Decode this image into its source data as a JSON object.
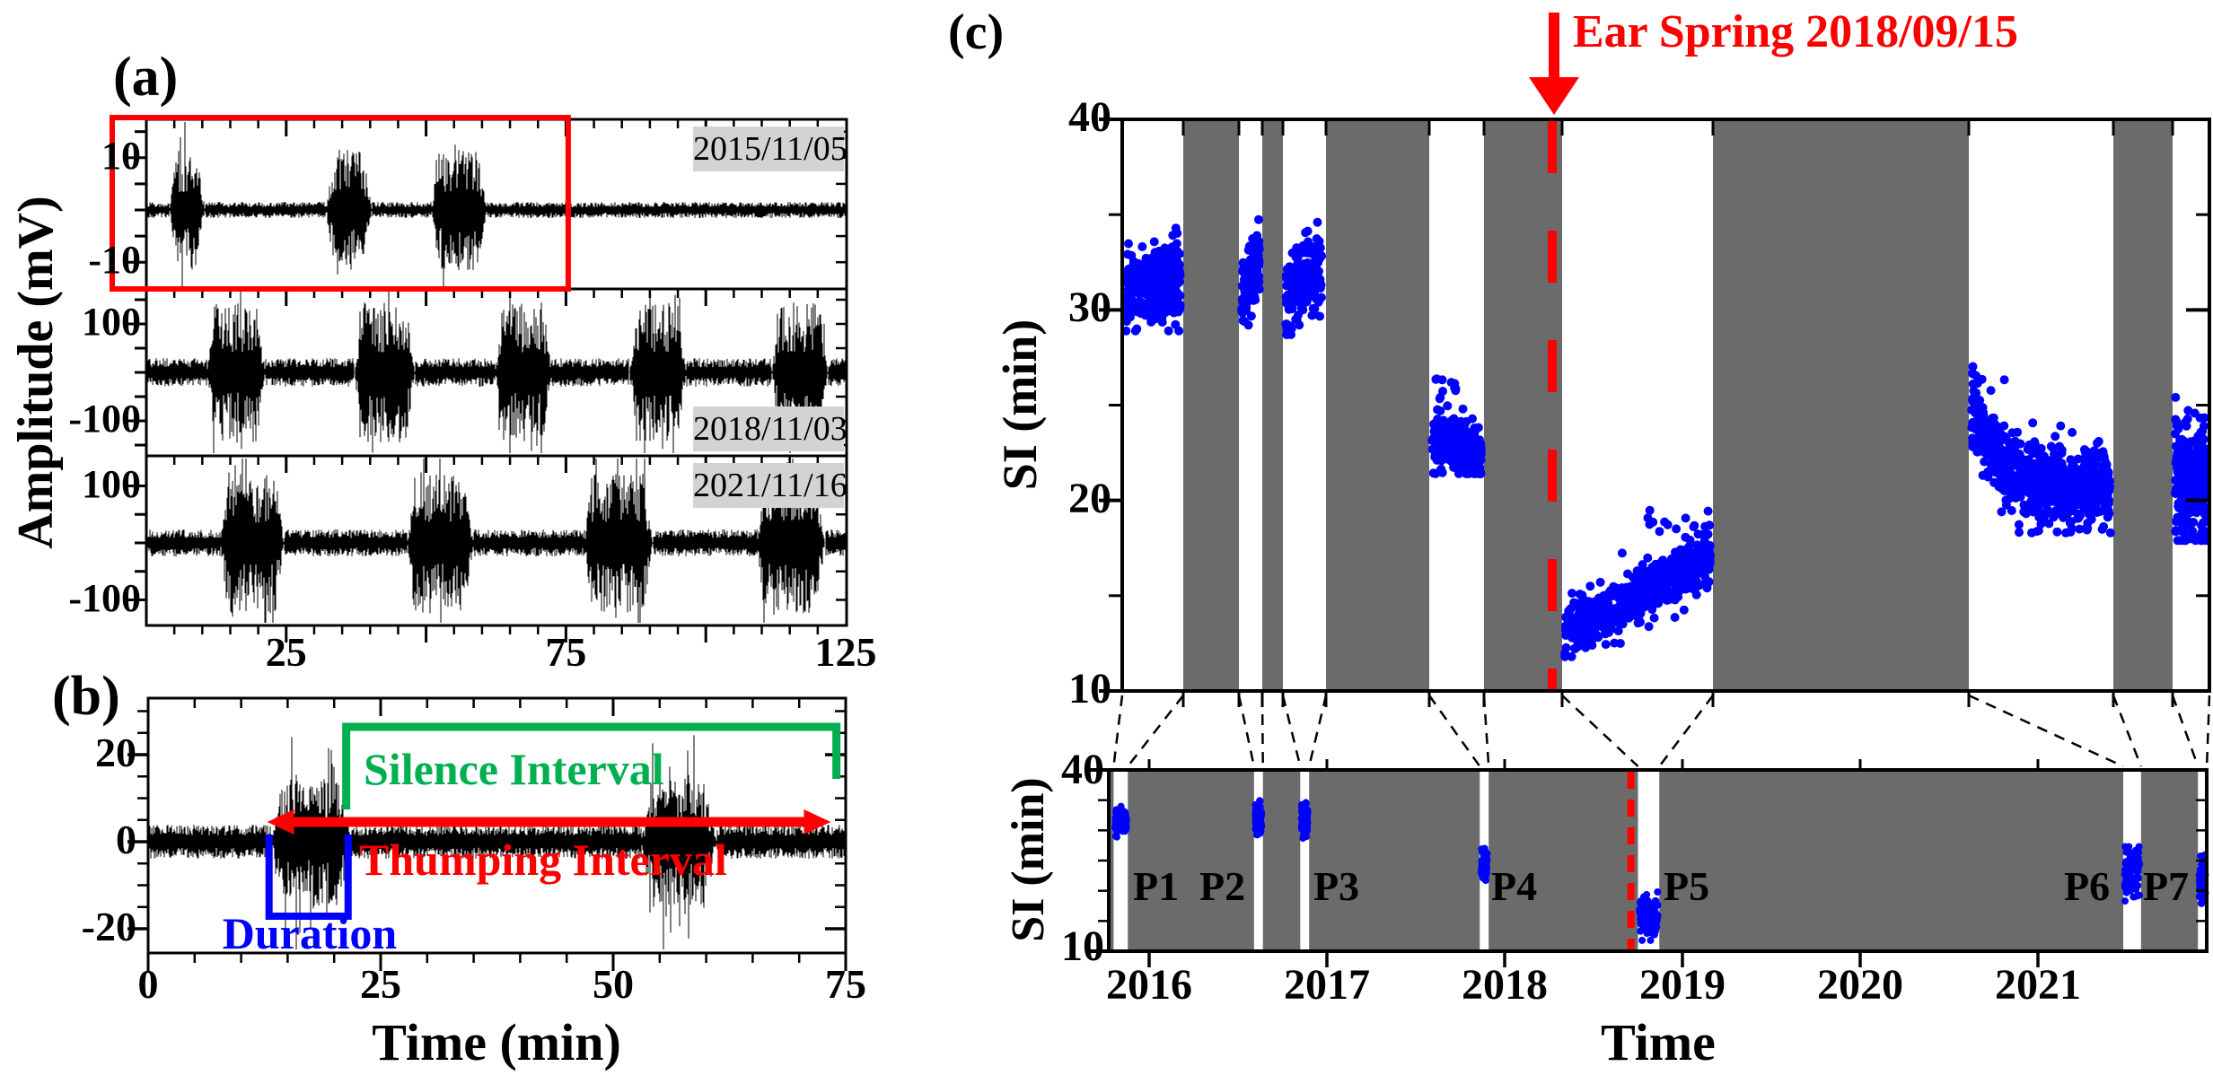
{
  "colors": {
    "ink": "#000000",
    "accent_red": "#ff0000",
    "accent_green": "#00b050",
    "accent_blue": "#0000ff",
    "gap_gray": "#6b6b6b",
    "date_label_bg": "#d3d3d3",
    "background": "#ffffff"
  },
  "chart_data": [
    {
      "id": "a",
      "type": "line",
      "title": "(a)",
      "ylabel": "Amplitude (mV)",
      "x_range_min": [
        0,
        125
      ],
      "x_major_ticks": [
        25,
        75,
        125
      ],
      "x_minor_step_min": 5,
      "traces": [
        {
          "date": "2015/11/05",
          "date_label_corner": "top-right",
          "yticks": [
            10,
            -10
          ],
          "ylim_mV": [
            -16,
            16
          ],
          "noise_amp_mV": 1.1,
          "burst_amp_mV": 11,
          "bursts_min": [
            [
              3.8,
              10.2
            ],
            [
              31.8,
              40.0
            ],
            [
              50.6,
              60.6
            ]
          ]
        },
        {
          "date": "2018/11/03",
          "date_label_corner": "bottom-right",
          "yticks": [
            100,
            -100
          ],
          "ylim_mV": [
            -172,
            172
          ],
          "noise_amp_mV": 21,
          "burst_amp_mV": 138,
          "bursts_min": [
            [
              10.5,
              21.0
            ],
            [
              36.9,
              47.7
            ],
            [
              62.0,
              72.2
            ],
            [
              86.0,
              96.2
            ],
            [
              111.5,
              121.5
            ]
          ]
        },
        {
          "date": "2021/11/16",
          "date_label_corner": "top-right",
          "yticks": [
            100,
            -100
          ],
          "ylim_mV": [
            -149,
            149
          ],
          "noise_amp_mV": 17,
          "burst_amp_mV": 118,
          "bursts_min": [
            [
              12.9,
              24.3
            ],
            [
              46.3,
              58.2
            ],
            [
              78.0,
              90.2
            ],
            [
              108.8,
              121.0
            ]
          ]
        }
      ],
      "highlight_box_time_range_min": [
        0,
        75
      ],
      "highlight_box_color": "#ff0000"
    },
    {
      "id": "b",
      "type": "line",
      "title": "(b)",
      "xlabel": "Time (min)",
      "x_range_min": [
        0,
        75
      ],
      "x_major_ticks": [
        0,
        25,
        50,
        75
      ],
      "x_minor_step_min": 5,
      "yticks": [
        20,
        0,
        -20
      ],
      "ylim_mV": [
        -33,
        33
      ],
      "noise_amp_mV": 2.8,
      "burst_amp_mV": 14,
      "bursts_min": [
        [
          13.0,
          21.7
        ],
        [
          52.8,
          61.0
        ]
      ],
      "annotations": [
        {
          "text": "Silence Interval",
          "color": "#00b050",
          "from_min": 21.3,
          "to_min": 74.0
        },
        {
          "text": "Thumping Interval",
          "color": "#ff0000",
          "from_min": 12.8,
          "to_min": 73.4
        },
        {
          "text": "Duration",
          "color": "#0000ff",
          "from_min": 13.0,
          "to_min": 21.5
        }
      ]
    },
    {
      "id": "c",
      "type": "scatter",
      "title": "(c)",
      "ylabel": "SI (min)",
      "ylim": [
        10,
        40
      ],
      "yticks": [
        40,
        30,
        20,
        10
      ],
      "y_minor_step": 5,
      "point_color": "#0000ff",
      "gap_color": "#6b6b6b",
      "eruption": {
        "text": "Ear Spring 2018/09/15",
        "date_decimal_year": 2018.71,
        "color": "#ff0000"
      },
      "periods": [
        {
          "name": "P1",
          "label_side": "right",
          "time": [
            2015.8,
            2015.88
          ],
          "si_range": [
            28.9,
            34.4
          ],
          "si_trend": [
            31.0,
            31.6
          ],
          "si_sigma": 0.95,
          "n": 380
        },
        {
          "name": "P2",
          "label_side": "left",
          "time": [
            2016.59,
            2016.64
          ],
          "si_range": [
            29.2,
            35.2
          ],
          "si_trend": [
            30.7,
            32.6
          ],
          "si_sigma": 1.0,
          "n": 150
        },
        {
          "name": "P3",
          "label_side": "right",
          "time": [
            2016.85,
            2016.9
          ],
          "si_range": [
            28.7,
            34.6
          ],
          "si_trend": [
            30.5,
            32.3
          ],
          "si_sigma": 0.95,
          "n": 200
        },
        {
          "name": "P4",
          "label_side": "right",
          "time": [
            2017.86,
            2017.91
          ],
          "si_range": [
            21.4,
            27.0
          ],
          "si_trend": [
            23.4,
            22.4
          ],
          "si_sigma": 0.8,
          "n": 230,
          "extra": {
            "n": 12,
            "u": [
              0.05,
              0.5
            ],
            "si": [
              25.2,
              27.0
            ]
          }
        },
        {
          "name": "P5",
          "label_side": "right",
          "time": [
            2018.75,
            2018.87
          ],
          "si_range": [
            11.8,
            19.8
          ],
          "si_trend": [
            13.1,
            16.9
          ],
          "si_sigma": 0.7,
          "n": 650,
          "extra": {
            "n": 12,
            "u": [
              0.55,
              1.0
            ],
            "si": [
              17.6,
              19.7
            ]
          }
        },
        {
          "name": "P6",
          "label_side": "left",
          "time": [
            2021.48,
            2021.58
          ],
          "si_range": [
            18.3,
            27.3
          ],
          "si_trend": [
            25.2,
            20.6
          ],
          "si_sigma": 1.0,
          "n": 750,
          "decay": true
        },
        {
          "name": "P7",
          "label_side": "left",
          "time": [
            2021.9,
            2021.95
          ],
          "si_range": [
            17.9,
            25.9
          ],
          "si_trend": [
            21.7,
            20.4
          ],
          "si_sigma": 1.7,
          "n": 280
        }
      ],
      "strip": {
        "xlabel": "Time",
        "ylabel": "SI (min)",
        "year_ticks": [
          2016,
          2017,
          2018,
          2019,
          2020,
          2021
        ],
        "x_range_decimal_year": [
          2015.77,
          2021.97
        ],
        "yticks": [
          40,
          10
        ]
      }
    }
  ]
}
